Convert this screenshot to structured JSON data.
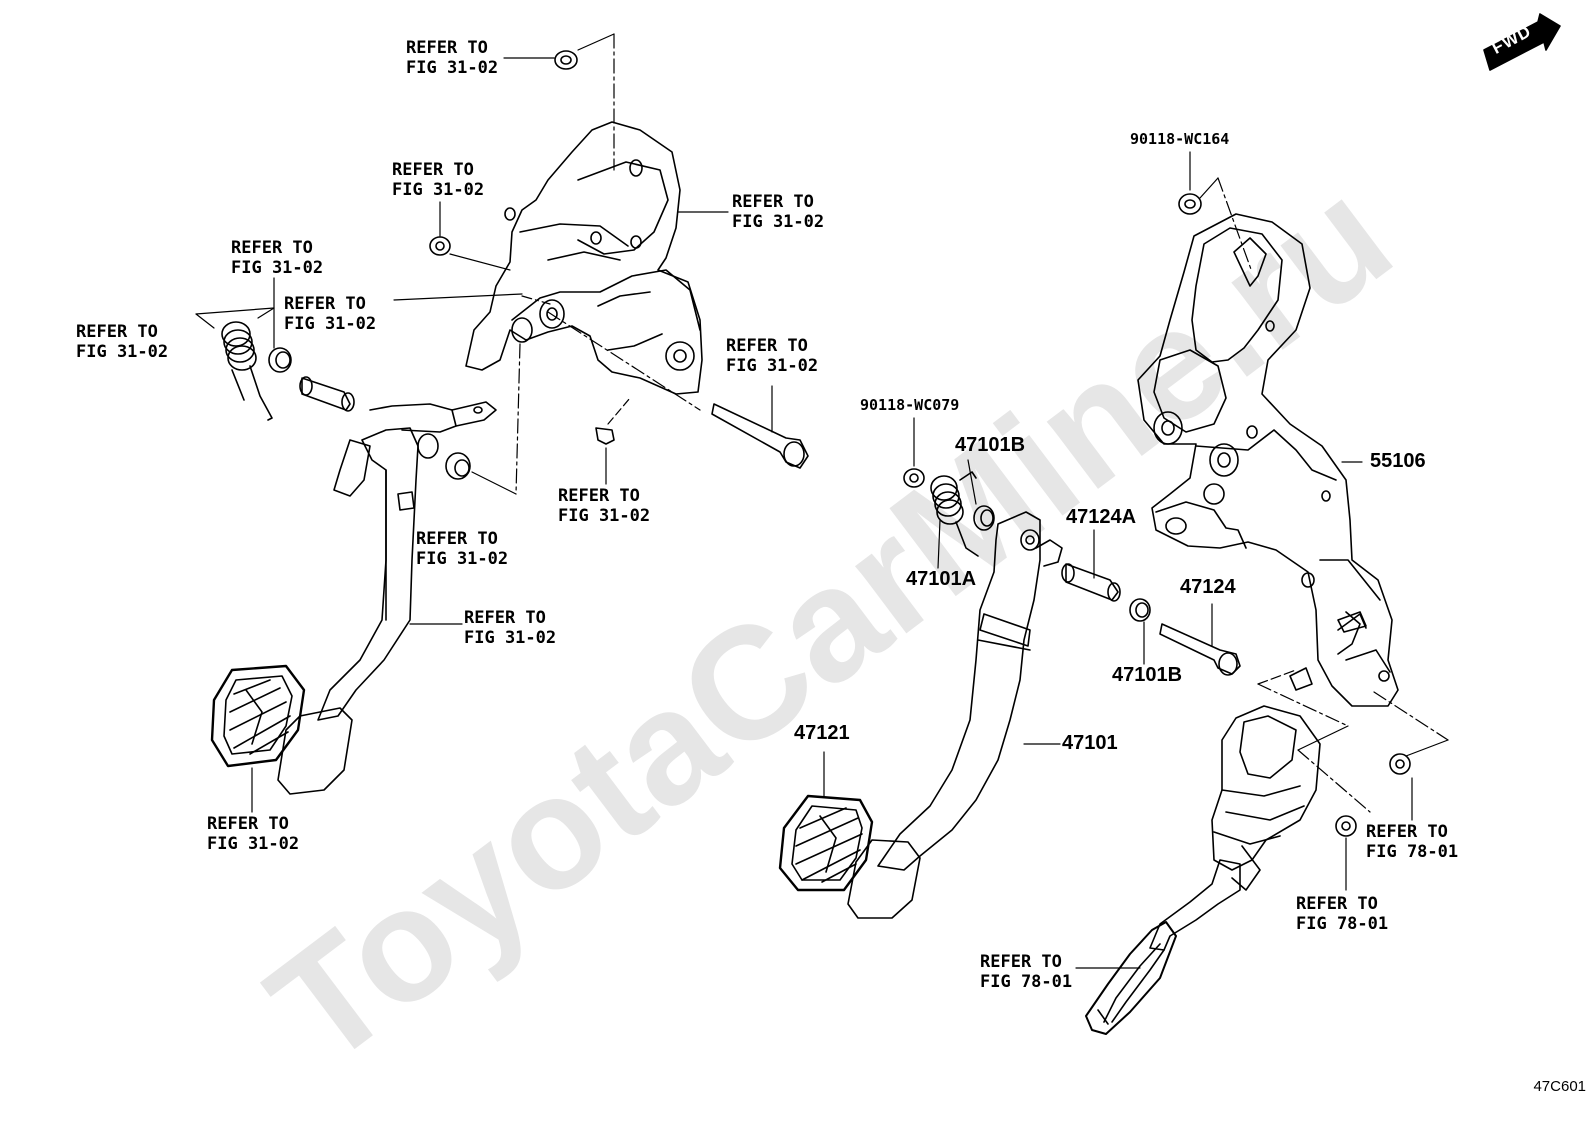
{
  "watermark": "ToyotaCarMine.ru",
  "fwd_badge": "FWD",
  "drawing_code": "47C601",
  "refer_labels": [
    {
      "line1": "REFER TO",
      "line2": "FIG 31-02"
    },
    {
      "line1": "REFER TO",
      "line2": "FIG 31-02"
    },
    {
      "line1": "REFER TO",
      "line2": "FIG 31-02"
    },
    {
      "line1": "REFER TO",
      "line2": "FIG 31-02"
    },
    {
      "line1": "REFER TO",
      "line2": "FIG 31-02"
    },
    {
      "line1": "REFER TO",
      "line2": "FIG 31-02"
    },
    {
      "line1": "REFER TO",
      "line2": "FIG 31-02"
    },
    {
      "line1": "REFER TO",
      "line2": "FIG 31-02"
    },
    {
      "line1": "REFER TO",
      "line2": "FIG 31-02"
    },
    {
      "line1": "REFER TO",
      "line2": "FIG 31-02"
    },
    {
      "line1": "REFER TO",
      "line2": "FIG 31-02"
    },
    {
      "line1": "REFER TO",
      "line2": "FIG 78-01"
    },
    {
      "line1": "REFER TO",
      "line2": "FIG 78-01"
    },
    {
      "line1": "REFER TO",
      "line2": "FIG 78-01"
    }
  ],
  "part_numbers": {
    "p90118_wc164": "90118-WC164",
    "p90118_wc079": "90118-WC079",
    "p47101b_top": "47101B",
    "p47101a": "47101A",
    "p47124a": "47124A",
    "p47124": "47124",
    "p47101b_bottom": "47101B",
    "p55106": "55106",
    "p47121": "47121",
    "p47101": "47101"
  }
}
